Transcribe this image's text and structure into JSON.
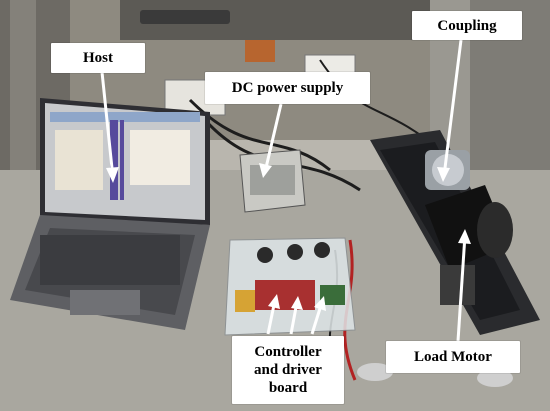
{
  "image": {
    "alt": "Laboratory test bench photo"
  },
  "labels": {
    "host": "Host",
    "dc_power_supply": "DC power supply",
    "coupling": "Coupling",
    "controller_line1": "Controller",
    "controller_line2": "and driver",
    "controller_line3": "board",
    "load_motor": "Load Motor"
  },
  "colors": {
    "arrow": "#ffffff",
    "label_bg": "#ffffff",
    "label_text": "#000000"
  }
}
